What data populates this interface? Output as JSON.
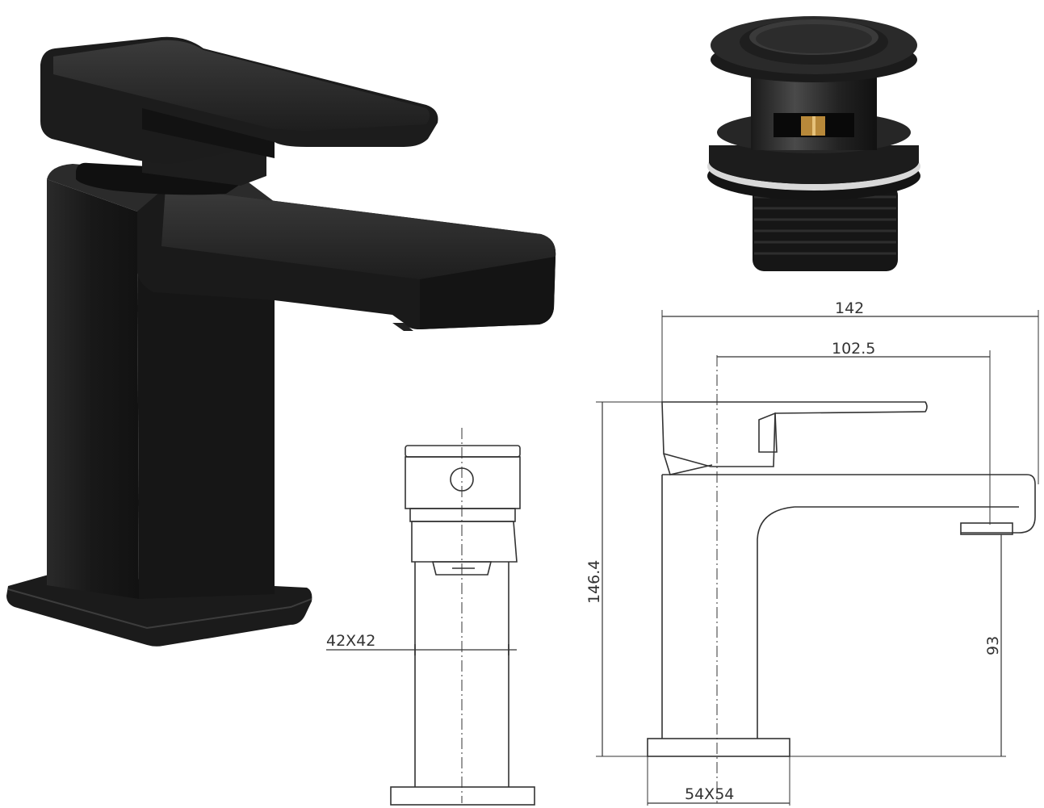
{
  "colors": {
    "matte_black": "#1c1c1c",
    "highlight": "#3a3a3a",
    "line": "#333333",
    "brass": "#b8893a",
    "background": "#ffffff"
  },
  "images": {
    "tap_render": "basin-mixer-tap-render",
    "waste_render": "click-clack-basin-waste-render"
  },
  "dimensions": {
    "overall_projection": "142",
    "spout_reach": "102.5",
    "overall_height": "146.4",
    "spout_height": "93",
    "body_size": "42X42",
    "base_size": "54X54"
  }
}
